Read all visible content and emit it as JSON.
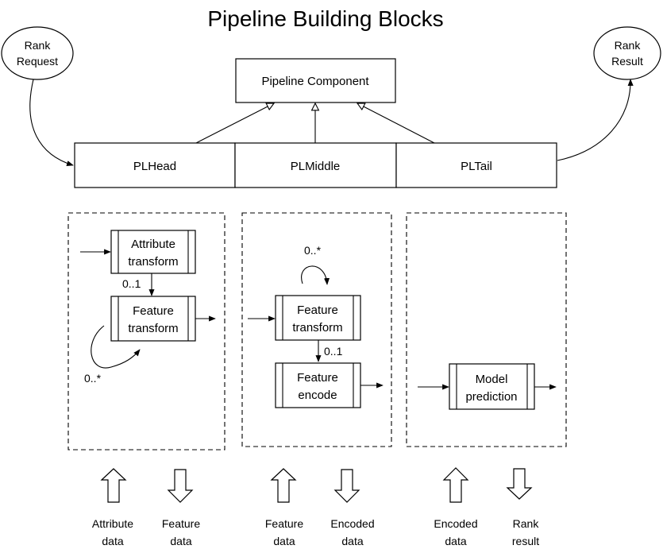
{
  "title": "Pipeline Building Blocks",
  "ovals": {
    "rank_request": [
      "Rank",
      "Request"
    ],
    "rank_result": [
      "Rank",
      "Result"
    ]
  },
  "component": "Pipeline Component",
  "stages": {
    "head": "PLHead",
    "middle": "PLMiddle",
    "tail": "PLTail"
  },
  "head_block": {
    "attribute_transform": [
      "Attribute",
      "transform"
    ],
    "feature_transform": [
      "Feature",
      "transform"
    ],
    "mult_one": "0..1",
    "mult_many": "0..*"
  },
  "middle_block": {
    "feature_transform": [
      "Feature",
      "transform"
    ],
    "feature_encode": [
      "Feature",
      "encode"
    ],
    "mult_one": "0..1",
    "mult_many": "0..*"
  },
  "tail_block": {
    "model_prediction": [
      "Model",
      "prediction"
    ]
  },
  "io_labels": {
    "head_in": [
      "Attribute",
      "data"
    ],
    "head_out": [
      "Feature",
      "data"
    ],
    "middle_in": [
      "Feature",
      "data"
    ],
    "middle_out": [
      "Encoded",
      "data"
    ],
    "tail_in": [
      "Encoded",
      "data"
    ],
    "tail_out": [
      "Rank",
      "result"
    ]
  }
}
